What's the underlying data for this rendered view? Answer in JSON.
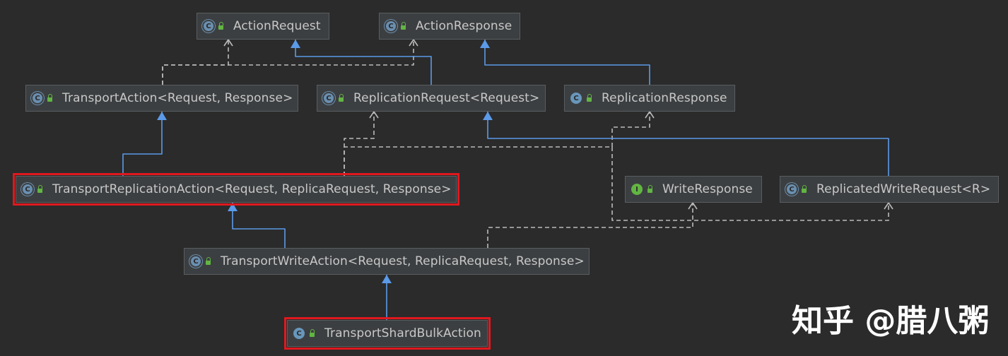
{
  "nodes": [
    {
      "id": "action_request",
      "label": "ActionRequest",
      "kind": "abstract",
      "highlighted": false
    },
    {
      "id": "action_response",
      "label": "ActionResponse",
      "kind": "abstract",
      "highlighted": false
    },
    {
      "id": "transport_action",
      "label": "TransportAction<Request, Response>",
      "kind": "abstract",
      "highlighted": false
    },
    {
      "id": "replication_request",
      "label": "ReplicationRequest<Request>",
      "kind": "abstract",
      "highlighted": false
    },
    {
      "id": "replication_response",
      "label": "ReplicationResponse",
      "kind": "class",
      "highlighted": false
    },
    {
      "id": "transport_replication_action",
      "label": "TransportReplicationAction<Request, ReplicaRequest, Response>",
      "kind": "abstract",
      "highlighted": true
    },
    {
      "id": "write_response",
      "label": "WriteResponse",
      "kind": "interface",
      "highlighted": false
    },
    {
      "id": "replicated_write_request",
      "label": "ReplicatedWriteRequest<R>",
      "kind": "abstract",
      "highlighted": false
    },
    {
      "id": "transport_write_action",
      "label": "TransportWriteAction<Request, ReplicaRequest, Response>",
      "kind": "abstract",
      "highlighted": false
    },
    {
      "id": "transport_shard_bulk_action",
      "label": "TransportShardBulkAction",
      "kind": "class",
      "highlighted": true
    }
  ],
  "edges": [
    {
      "from": "transport_action",
      "to": "action_request",
      "style": "dependency"
    },
    {
      "from": "transport_action",
      "to": "action_response",
      "style": "dependency"
    },
    {
      "from": "replication_request",
      "to": "action_request",
      "style": "extends"
    },
    {
      "from": "replication_response",
      "to": "action_response",
      "style": "extends"
    },
    {
      "from": "transport_replication_action",
      "to": "transport_action",
      "style": "extends"
    },
    {
      "from": "transport_replication_action",
      "to": "replication_request",
      "style": "dependency"
    },
    {
      "from": "transport_replication_action",
      "to": "replication_response",
      "style": "dependency"
    },
    {
      "from": "replicated_write_request",
      "to": "replication_request",
      "style": "extends"
    },
    {
      "from": "transport_write_action",
      "to": "transport_replication_action",
      "style": "extends"
    },
    {
      "from": "transport_write_action",
      "to": "write_response",
      "style": "dependency"
    },
    {
      "from": "transport_write_action",
      "to": "replicated_write_request",
      "style": "dependency"
    },
    {
      "from": "transport_shard_bulk_action",
      "to": "transport_write_action",
      "style": "extends"
    }
  ],
  "icons": {
    "abstract": "C",
    "class": "C",
    "interface": "I",
    "access": "lock-icon"
  },
  "colors": {
    "background": "#2b2b2b",
    "node_fill": "#3c3f41",
    "extends_line": "#5b9ae8",
    "dependency_line": "#bbbbbb",
    "highlight": "#e0181e"
  },
  "watermark": "知乎 @腊八粥"
}
